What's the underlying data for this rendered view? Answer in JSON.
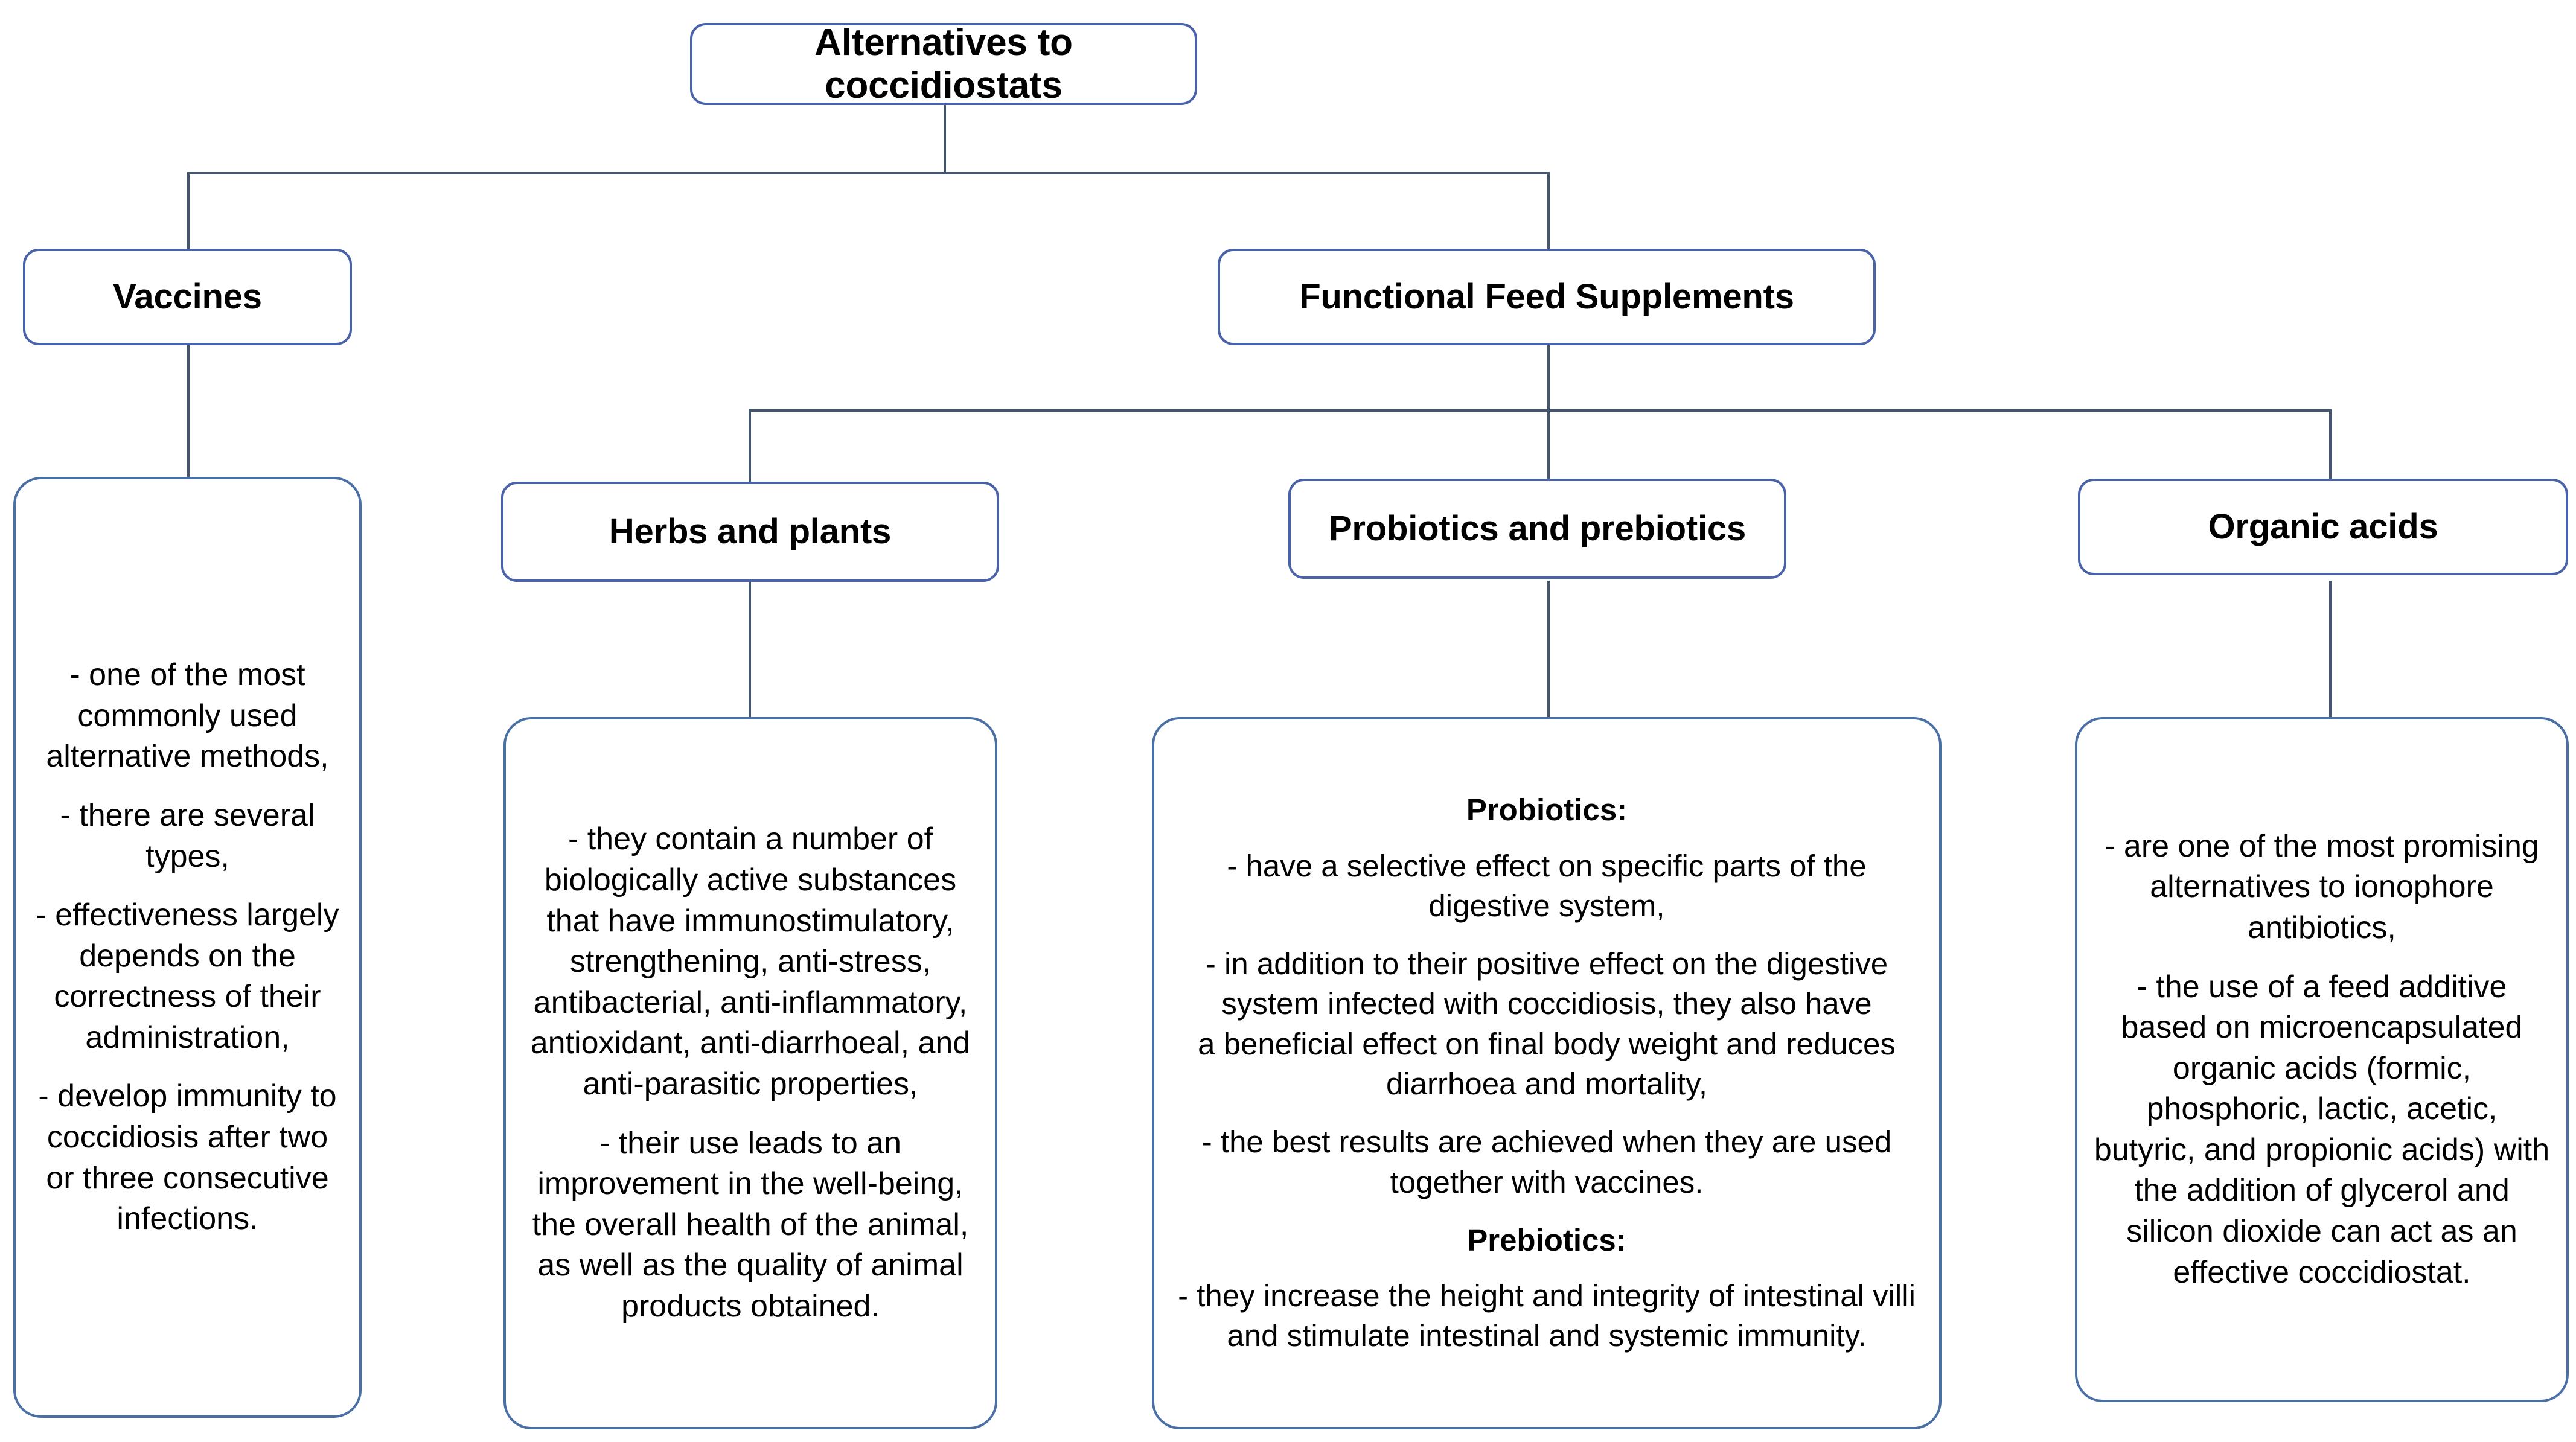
{
  "diagram": {
    "title": "Alternatives to coccidiostats",
    "accent_color": "#4a62a8",
    "connector_color": "#43556f",
    "background_color": "#ffffff",
    "text_color": "#000000"
  },
  "root": {
    "label": "Alternatives to coccidiostats"
  },
  "branches": {
    "vaccines": {
      "label": "Vaccines",
      "details": [
        "- one of the most commonly used alternative methods,",
        "-   there are several types,",
        "- effectiveness largely depends on the correctness of their administration,",
        "- develop immunity to coccidiosis after two or three consecutive infections."
      ]
    },
    "functional_feed_supplements": {
      "label": "Functional Feed Supplements",
      "children": {
        "herbs_and_plants": {
          "label": "Herbs and plants",
          "details": [
            "- they contain a number of biologically active substances that have immunostimulatory, strengthening, anti-stress, antibacterial, anti-inflammatory, antioxidant, anti-diarrhoeal, and anti-parasitic properties,",
            "- their use leads to an improvement in the well-being,  the overall health of the animal, as well as the quality of animal products obtained."
          ]
        },
        "probiotics_and_prebiotics": {
          "label": "Probiotics and prebiotics",
          "sections": [
            {
              "heading": "Probiotics:",
              "details": [
                "- have a selective effect on specific parts of the digestive system,",
                "- in addition to their positive effect on the digestive system infected with coccidiosis, they also have",
                "a beneficial effect on final body weight and reduces diarrhoea and mortality,",
                "-  the best results are achieved when they are used together with vaccines."
              ]
            },
            {
              "heading": "Prebiotics:",
              "details": [
                "- they increase the height and integrity of intestinal villi and stimulate intestinal and systemic immunity."
              ]
            }
          ]
        },
        "organic_acids": {
          "label": "Organic acids",
          "details": [
            "- are one of the most promising alternatives to ionophore antibiotics,",
            "- the use of a feed additive based on microencapsulated organic acids (formic, phosphoric, lactic, acetic, butyric, and propionic acids) with the addition of glycerol and silicon dioxide can act as an effective coccidiostat."
          ]
        }
      }
    }
  }
}
